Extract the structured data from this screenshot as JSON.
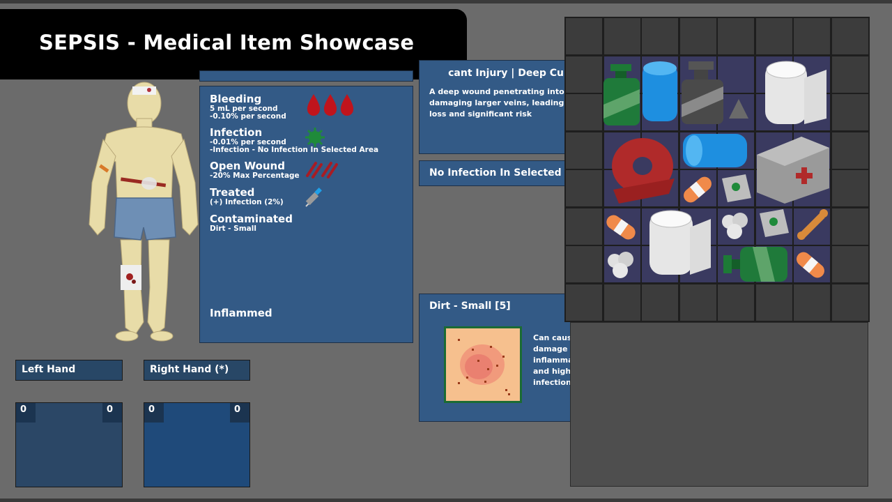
{
  "title": "SEPSIS - Medical Item Showcase",
  "statuses": [
    {
      "title": "Bleeding",
      "lines": [
        "5 mL per second",
        "-0.10% per second"
      ],
      "icon": "blood-drops-icon"
    },
    {
      "title": "Infection",
      "lines": [
        "-0.01% per second",
        "-Infection - No Infection In Selected Area"
      ],
      "icon": "germ-icon"
    },
    {
      "title": "Open Wound",
      "lines": [
        "-20% Max Percentage"
      ],
      "icon": "claw-wound-icon"
    },
    {
      "title": "Treated",
      "lines": [
        "(+) Infection (2%)"
      ],
      "icon": "syringe-icon"
    },
    {
      "title": "Contaminated",
      "lines": [
        "Dirt - Small"
      ],
      "icon": ""
    }
  ],
  "inflamed_label": "Inflammed",
  "injury_panel": {
    "title": "cant Injury | Deep Cu",
    "description": [
      "A deep wound penetrating into m",
      "damaging larger veins, leading to",
      "loss and significant risk"
    ]
  },
  "infection_panel": {
    "title": "No Infection In Selected Ar"
  },
  "contaminant_panel": {
    "title": "Dirt - Small [5]",
    "description": [
      "Can cause additional",
      "damage over time,",
      "inflammation, pain,",
      "and higher chance of",
      "infection"
    ]
  },
  "hands": {
    "left": {
      "label": "Left Hand",
      "count_left": "0",
      "count_right": "0"
    },
    "right": {
      "label": "Right Hand (*)",
      "count_left": "0",
      "count_right": "0"
    }
  },
  "inventory_items": [
    "disinfectant-bottle-icon",
    "blue-bandage-roll-icon",
    "gray-bottle-icon",
    "gauze-roll-icon",
    "red-tape-roll-icon",
    "blue-bandage-roll-icon",
    "medical-crate-icon",
    "adhesive-bandage-icon",
    "antiseptic-wipe-icon",
    "adhesive-bandage-icon",
    "gauze-roll-icon",
    "cotton-ball-icon",
    "antiseptic-wipe-icon",
    "bone-splint-icon",
    "cotton-ball-icon",
    "disinfectant-bottle-icon",
    "adhesive-bandage-icon"
  ],
  "colors": {
    "panel": "#335a86",
    "blood": "#c0141c",
    "germ": "#1f8a3a",
    "dirt": "#f6c08e"
  }
}
